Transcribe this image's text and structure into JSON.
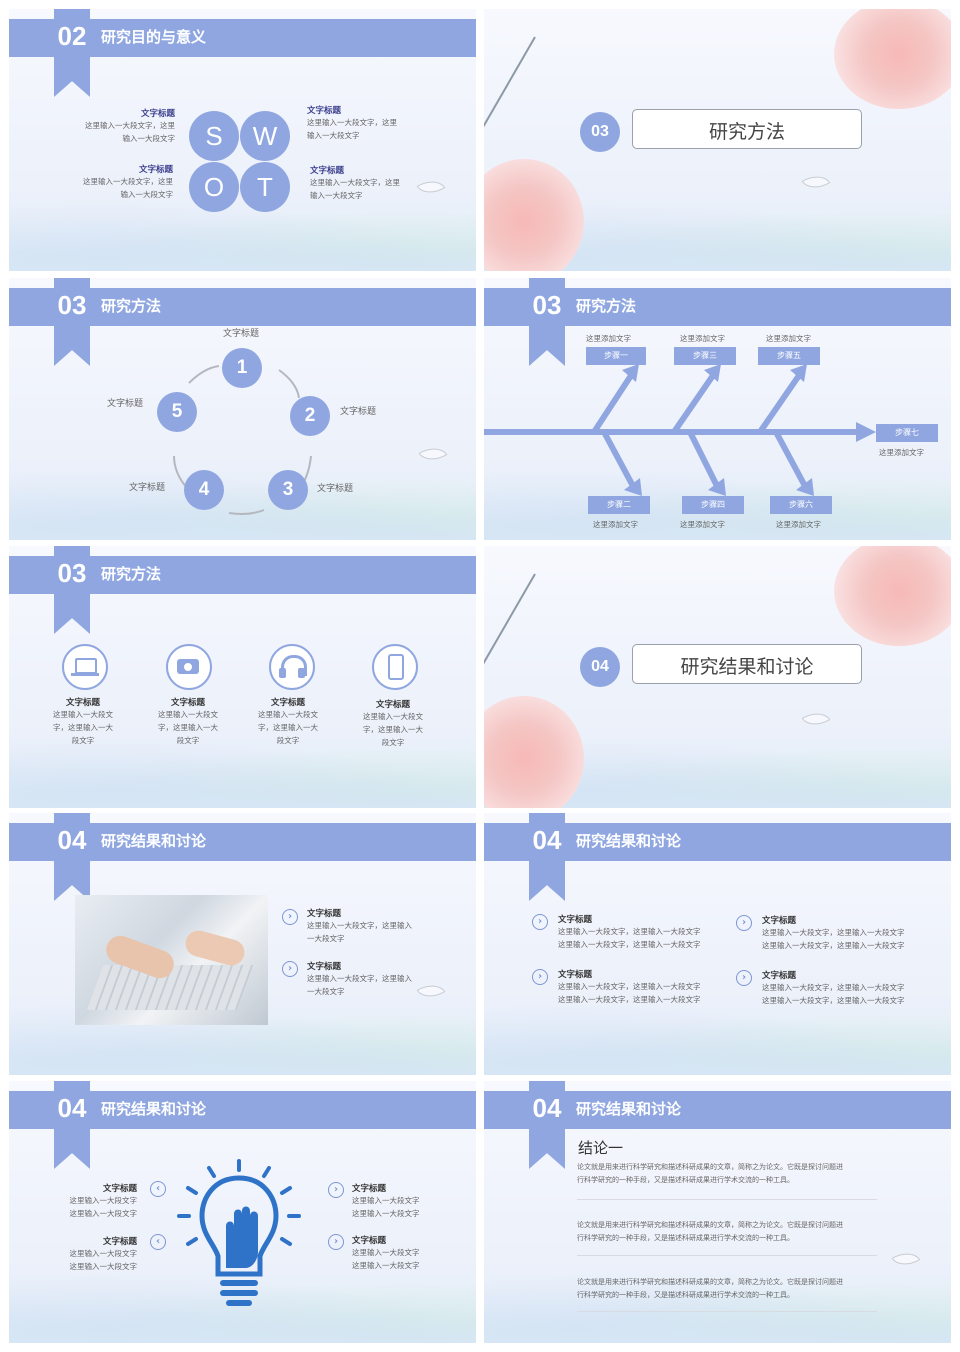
{
  "colors": {
    "accent": "#8fa6e1",
    "accent_dark": "#7e96d6",
    "text_dark": "#333333",
    "text_light": "#666666"
  },
  "s1": {
    "num": "02",
    "title": "研究目的与意义",
    "swot": [
      "S",
      "W",
      "O",
      "T"
    ],
    "items": [
      {
        "title": "文字标题",
        "l1": "这里输入一大段文字，这里",
        "l2": "输入一大段文字"
      },
      {
        "title": "文字标题",
        "l1": "这里输入一大段文字，这里",
        "l2": "输入一大段文字"
      },
      {
        "title": "文字标题",
        "l1": "这里输入一大段文字，这里",
        "l2": "输入一大段文字"
      },
      {
        "title": "文字标题",
        "l1": "这里输入一大段文字，这里",
        "l2": "输入一大段文字"
      }
    ]
  },
  "s2": {
    "num": "03",
    "title": "研究方法"
  },
  "s3": {
    "num": "03",
    "title": "研究方法",
    "nodes": [
      "1",
      "2",
      "3",
      "4",
      "5"
    ],
    "labels": [
      "文字标题",
      "文字标题",
      "文字标题",
      "文字标题",
      "文字标题"
    ]
  },
  "s4": {
    "num": "03",
    "title": "研究方法",
    "top": [
      {
        "label": "这里添加文字",
        "step": "步骤一"
      },
      {
        "label": "这里添加文字",
        "step": "步骤三"
      },
      {
        "label": "这里添加文字",
        "step": "步骤五"
      }
    ],
    "bottom": [
      {
        "label": "这里添加文字",
        "step": "步骤二"
      },
      {
        "label": "这里添加文字",
        "step": "步骤四"
      },
      {
        "label": "这里添加文字",
        "step": "步骤六"
      }
    ],
    "end": {
      "label": "这里添加文字",
      "step": "步骤七"
    }
  },
  "s5": {
    "num": "03",
    "title": "研究方法",
    "icons": [
      {
        "icon": "laptop-icon",
        "title": "文字标题",
        "l1": "这里输入一大段文",
        "l2": "字，这里输入一大",
        "l3": "段文字"
      },
      {
        "icon": "camera-icon",
        "title": "文字标题",
        "l1": "这里输入一大段文",
        "l2": "字，这里输入一大",
        "l3": "段文字"
      },
      {
        "icon": "headphones-icon",
        "title": "文字标题",
        "l1": "这里输入一大段文",
        "l2": "字，这里输入一大",
        "l3": "段文字"
      },
      {
        "icon": "phone-icon",
        "title": "文字标题",
        "l1": "这里输入一大段文",
        "l2": "字，这里输入一大",
        "l3": "段文字"
      }
    ]
  },
  "s6": {
    "num": "04",
    "title": "研究结果和讨论"
  },
  "s7": {
    "num": "04",
    "title": "研究结果和讨论",
    "items": [
      {
        "title": "文字标题",
        "l1": "这里输入一大段文字，这里输入",
        "l2": "一大段文字"
      },
      {
        "title": "文字标题",
        "l1": "这里输入一大段文字，这里输入",
        "l2": "一大段文字"
      }
    ]
  },
  "s8": {
    "num": "04",
    "title": "研究结果和讨论",
    "items": [
      {
        "title": "文字标题",
        "l1": "这里输入一大段文字，这里输入一大段文字",
        "l2": "这里输入一大段文字，这里输入一大段文字"
      },
      {
        "title": "文字标题",
        "l1": "这里输入一大段文字，这里输入一大段文字",
        "l2": "这里输入一大段文字，这里输入一大段文字"
      },
      {
        "title": "文字标题",
        "l1": "这里输入一大段文字，这里输入一大段文字",
        "l2": "这里输入一大段文字，这里输入一大段文字"
      },
      {
        "title": "文字标题",
        "l1": "这里输入一大段文字，这里输入一大段文字",
        "l2": "这里输入一大段文字，这里输入一大段文字"
      }
    ]
  },
  "s9": {
    "num": "04",
    "title": "研究结果和讨论",
    "items": [
      {
        "title": "文字标题",
        "l1": "这里输入一大段文字",
        "l2": "这里输入一大段文字"
      },
      {
        "title": "文字标题",
        "l1": "这里输入一大段文字",
        "l2": "这里输入一大段文字"
      },
      {
        "title": "文字标题",
        "l1": "这里输入一大段文字",
        "l2": "这里输入一大段文字"
      },
      {
        "title": "文字标题",
        "l1": "这里输入一大段文字",
        "l2": "这里输入一大段文字"
      }
    ]
  },
  "s10": {
    "num": "04",
    "title": "研究结果和讨论",
    "heading": "结论一",
    "paras": [
      {
        "l1": "论文就是用来进行科学研究和描述科研成果的文章，简称之为论文。它既是探讨问题进",
        "l2": "行科学研究的一种手段，又是描述科研成果进行学术交流的一种工具。"
      },
      {
        "l1": "论文就是用来进行科学研究和描述科研成果的文章，简称之为论文。它既是探讨问题进",
        "l2": "行科学研究的一种手段，又是描述科研成果进行学术交流的一种工具。"
      },
      {
        "l1": "论文就是用来进行科学研究和描述科研成果的文章，简称之为论文。它既是探讨问题进",
        "l2": "行科学研究的一种手段，又是描述科研成果进行学术交流的一种工具。"
      }
    ]
  }
}
